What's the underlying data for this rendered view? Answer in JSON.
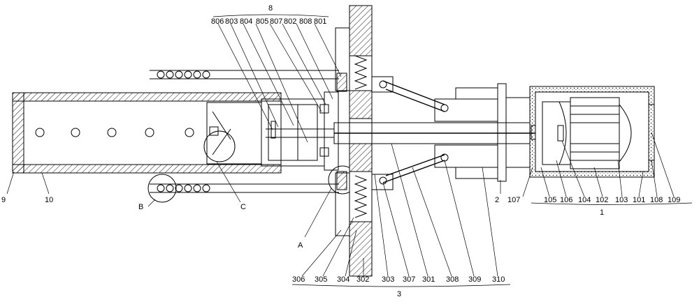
{
  "labels": {
    "top_group": "8",
    "top_sub": [
      "806",
      "803",
      "804",
      "805",
      "807",
      "802",
      "808",
      "801"
    ],
    "motor_group": "1",
    "motor_sub": [
      "107",
      "105",
      "106",
      "104",
      "102",
      "103",
      "101",
      "108",
      "109"
    ],
    "bottom_group": "3",
    "bottom_sub": [
      "306",
      "305",
      "304",
      "302",
      "303",
      "307",
      "301",
      "308",
      "309",
      "310"
    ],
    "l2": "2",
    "l9": "9",
    "l10": "10",
    "lA": "A",
    "lB": "B",
    "lC": "C"
  }
}
